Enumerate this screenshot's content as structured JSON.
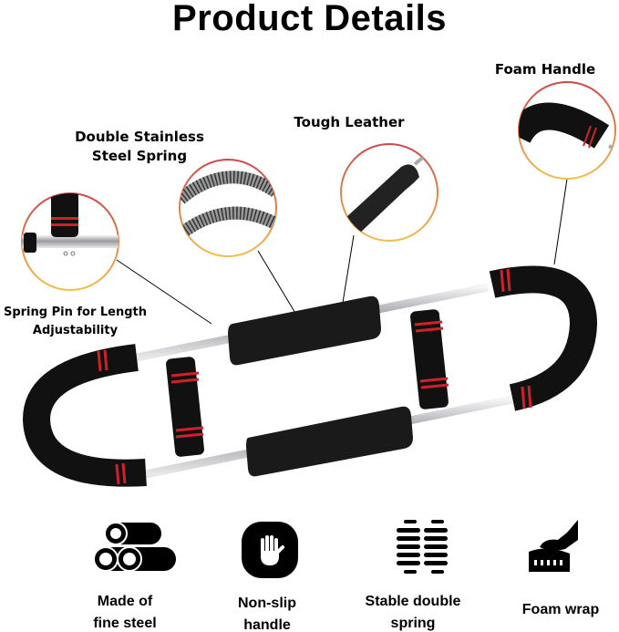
{
  "header": {
    "title": "Product Details"
  },
  "callouts": [
    {
      "id": "double-spring",
      "line1": "Double Stainless",
      "line2": "Steel Spring"
    },
    {
      "id": "tough-leather",
      "line1": "Tough Leather"
    },
    {
      "id": "foam-handle",
      "line1": "Foam Handle"
    },
    {
      "id": "spring-pin",
      "line1": "Spring Pin for Length",
      "line2": "Adjustability"
    }
  ],
  "features": [
    {
      "icon": "steel-pipes-icon",
      "line1": "Made of",
      "line2": "fine steel"
    },
    {
      "icon": "hand-grip-icon",
      "line1": "Non-slip",
      "line2": "handle"
    },
    {
      "icon": "double-spring-icon",
      "line1": "Stable double",
      "line2": "spring"
    },
    {
      "icon": "foam-wrap-icon",
      "line1": "Foam wrap"
    }
  ],
  "colors": {
    "circle_top": "#d0454a",
    "circle_bottom": "#f0c04a",
    "foam": "#111111",
    "accent_red": "#d0202a",
    "steel": "#c8c8cc"
  }
}
